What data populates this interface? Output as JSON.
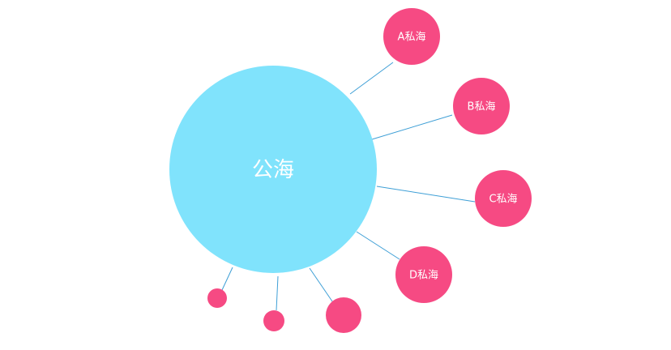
{
  "colors": {
    "center_fill": "#80e3fc",
    "node_fill": "#f64a83",
    "edge_stroke": "#3e9fd6",
    "label_color": "#ffffff"
  },
  "center": {
    "label": "公海"
  },
  "nodes": [
    {
      "id": "a",
      "label": "A私海"
    },
    {
      "id": "b",
      "label": "B私海"
    },
    {
      "id": "c",
      "label": "C私海"
    },
    {
      "id": "d",
      "label": "D私海"
    },
    {
      "id": "e",
      "label": ""
    },
    {
      "id": "f",
      "label": ""
    },
    {
      "id": "g",
      "label": ""
    }
  ]
}
